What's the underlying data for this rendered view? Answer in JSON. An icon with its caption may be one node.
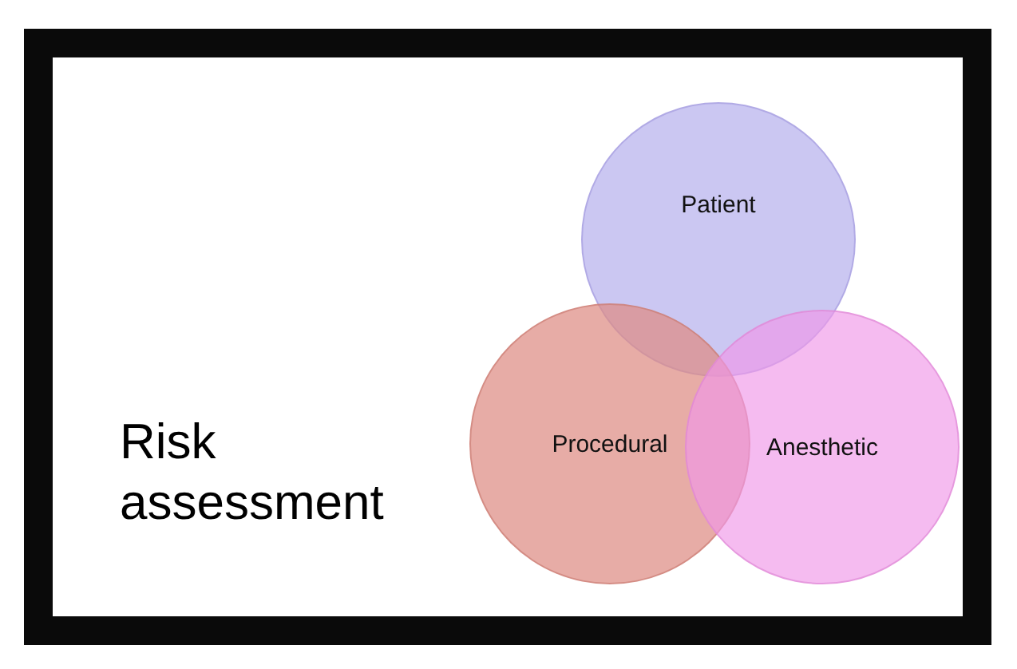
{
  "diagram": {
    "title": "Risk assessment",
    "nodes": [
      {
        "text": [
          "Patient"
        ]
      },
      {
        "text": [
          "Procedural"
        ]
      },
      {
        "text": [
          "Anesthetic"
        ]
      }
    ]
  }
}
